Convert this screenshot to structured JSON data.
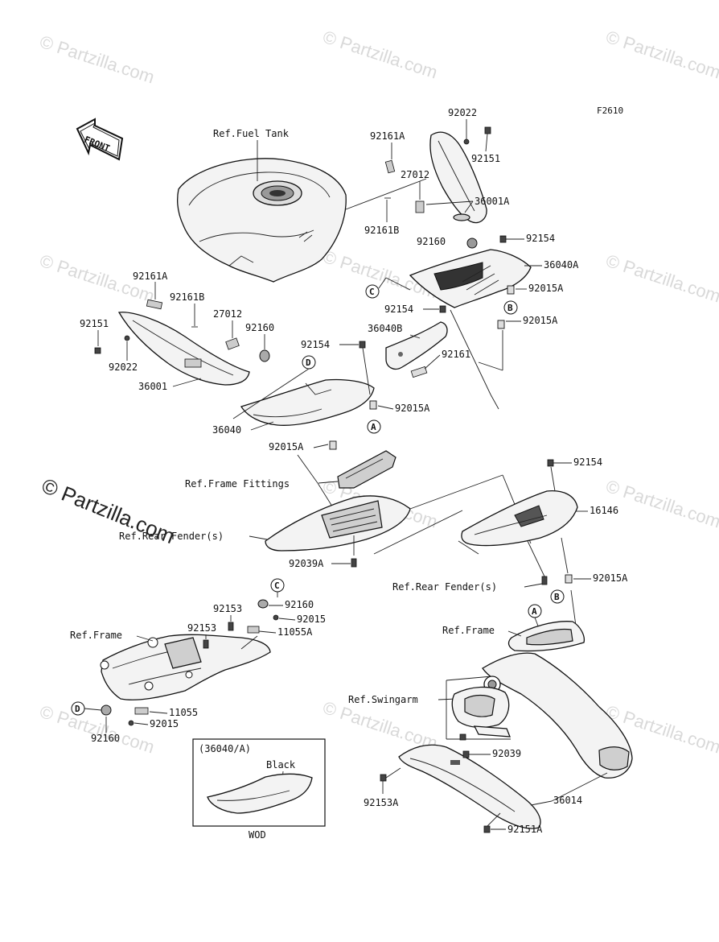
{
  "figure_code": "F2610",
  "watermark": "© Partzilla.com",
  "watermark_main": "© Partzilla.com",
  "front_label": "FRONT",
  "callouts": {
    "a": "A",
    "b": "B",
    "c": "C",
    "d": "D"
  },
  "refs": {
    "fuel_tank": "Ref.Fuel Tank",
    "frame_fittings": "Ref.Frame Fittings",
    "rear_fender_left": "Ref.Rear Fender(s)",
    "rear_fender_right": "Ref.Rear Fender(s)",
    "frame_right": "Ref.Frame",
    "frame_left": "Ref.Frame",
    "swingarm": "Ref.Swingarm"
  },
  "parts": {
    "p92022_top": "92022",
    "p92161A_top": "92161A",
    "p92151_top": "92151",
    "p27012_top": "27012",
    "p36001A": "36001A",
    "p92161B_top": "92161B",
    "p92160_top": "92160",
    "p92154_top": "92154",
    "p36040A": "36040A",
    "p92015A_1": "92015A",
    "p92154_mid": "92154",
    "p92015A_2": "92015A",
    "p36040B": "36040B",
    "p92161": "92161",
    "p92161A_left": "92161A",
    "p92161B_left": "92161B",
    "p27012_left": "27012",
    "p92151_left": "92151",
    "p92160_left": "92160",
    "p92022_left": "92022",
    "p36001": "36001",
    "p92154_left": "92154",
    "p92015A_3": "92015A",
    "p36040": "36040",
    "p92015A_4": "92015A",
    "p92154_right": "92154",
    "p16146": "16146",
    "p92039A": "92039A",
    "p92015A_5": "92015A",
    "p92153_a": "92153",
    "p92153_b": "92153",
    "p92160_mid": "92160",
    "p92015_mid": "92015",
    "p11055A": "11055A",
    "p11055": "11055",
    "p92015_low": "92015",
    "p92160_low": "92160",
    "p92039": "92039",
    "p92153A": "92153A",
    "p36014": "36014",
    "p92151A": "92151A"
  },
  "inset": {
    "title": "(36040/A)",
    "color_label": "Black",
    "code": "WOD"
  }
}
